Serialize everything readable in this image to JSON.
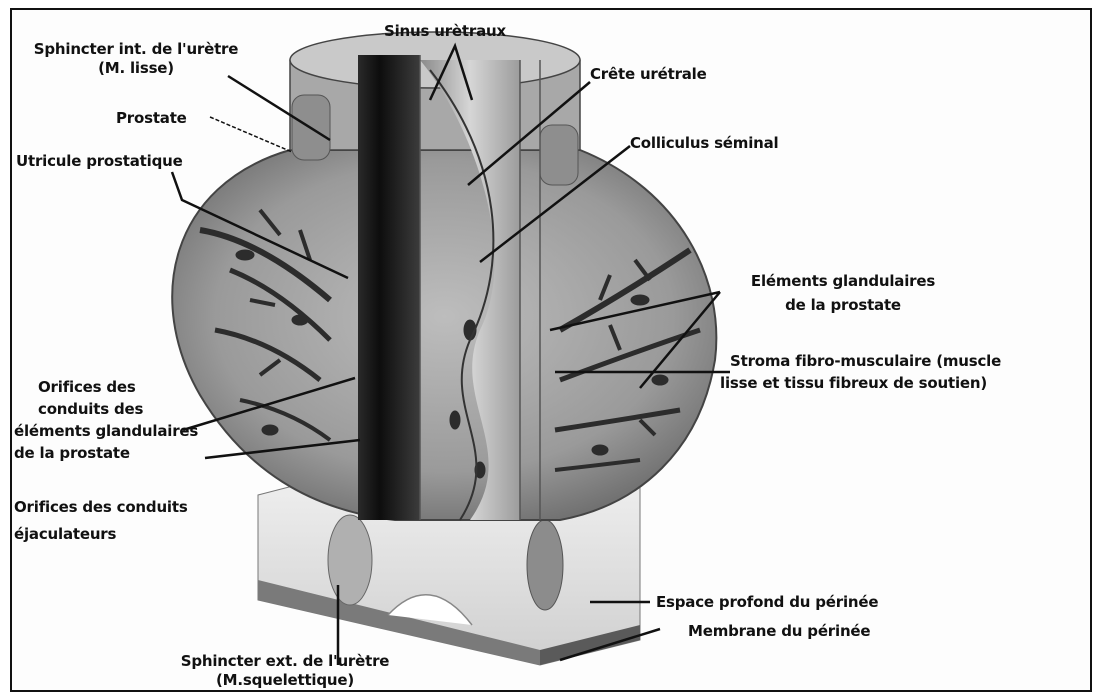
{
  "labels": {
    "sphincter_int_line1": "Sphincter int. de l'urètre",
    "sphincter_int_line2": "(M. lisse)",
    "sinus_uretraux": "Sinus urètraux",
    "crete_uretrale": "Crête urétrale",
    "prostate": "Prostate",
    "colliculus_seminal": "Colliculus séminal",
    "utricule_prostatique": "Utricule prostatique",
    "elements_glandulaires_line1": "Eléments glandulaires",
    "elements_glandulaires_line2": "de la prostate",
    "stroma_line1": "Stroma fibro-musculaire (muscle",
    "stroma_line2": "lisse et tissu fibreux de soutien)",
    "orifices_conduits_line1": "Orifices des",
    "orifices_conduits_line2": "conduits des",
    "orifices_conduits_line3": "éléments glandulaires",
    "orifices_conduits_line4": "de la prostate",
    "orifices_ejac_line1": "Orifices des conduits",
    "orifices_ejac_line2": "éjaculateurs",
    "espace_profond": "Espace profond du périnée",
    "membrane_perinee": "Membrane du périnée",
    "sphincter_ext_line1": "Sphincter ext. de l'urètre",
    "sphincter_ext_line2": "(M.squelettique)"
  }
}
